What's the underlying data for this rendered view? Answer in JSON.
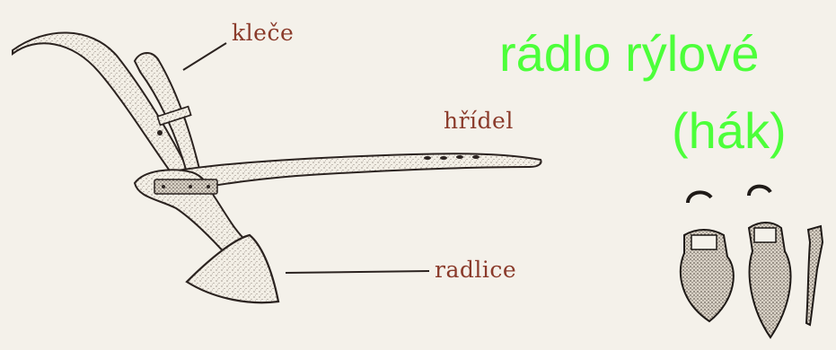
{
  "title": {
    "line1": "rádlo rýlové",
    "line2": "(hák)"
  },
  "labels": {
    "handles": "kleče",
    "beam": "hřídel",
    "share": "radlice"
  },
  "colors": {
    "title": "#4cff3a",
    "labels": "#8a3a2a",
    "ink": "#2b2320",
    "paper": "#f4f1ea"
  }
}
